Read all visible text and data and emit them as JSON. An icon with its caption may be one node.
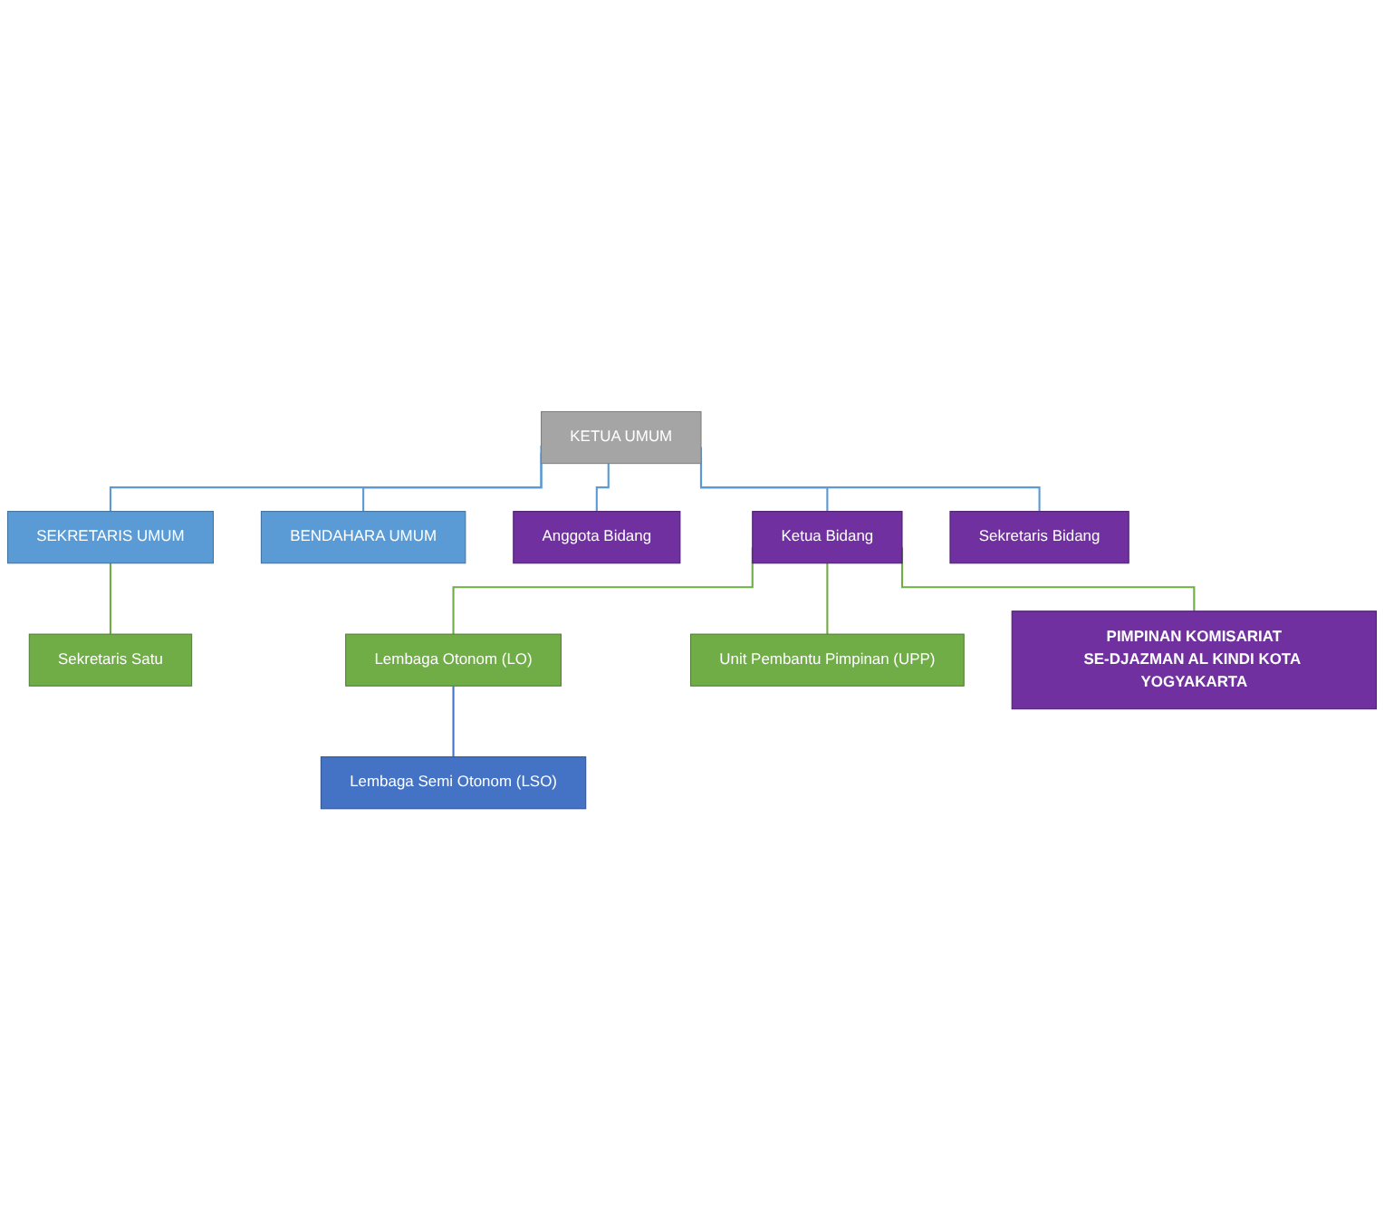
{
  "diagram": {
    "nodes": [
      {
        "text": [
          "KETUA UMUM"
        ]
      },
      {
        "text": [
          "SEKRETARIS UMUM"
        ]
      },
      {
        "text": [
          "BENDAHARA UMUM"
        ]
      },
      {
        "text": [
          "Sekretaris Satu"
        ]
      },
      {
        "text": [
          "Anggota Bidang"
        ]
      },
      {
        "text": [
          "Ketua Bidang"
        ]
      },
      {
        "text": [
          "Sekretaris  Bidang"
        ]
      },
      {
        "text": [
          "Lembaga Otonom (LO)"
        ]
      },
      {
        "text": [
          "Unit Pembantu Pimpinan (UPP)"
        ]
      },
      {
        "text": [
          "Lembaga Semi Otonom (LSO)"
        ]
      },
      {
        "text": [
          "PIMPINAN KOMISARIAT",
          "SE-DJAZMAN AL KINDI KOTA YOGYAKARTA"
        ]
      }
    ],
    "edges": [
      {
        "from": 0,
        "to": 1,
        "arrow": "none"
      },
      {
        "from": 0,
        "to": 2,
        "arrow": "none"
      },
      {
        "from": 1,
        "to": 3,
        "arrow": "none",
        "color": "#70ad47"
      },
      {
        "from": 0,
        "to": 4,
        "arrow": "none"
      },
      {
        "from": 0,
        "to": 5,
        "arrow": "none"
      },
      {
        "from": 0,
        "to": 6,
        "arrow": "none"
      },
      {
        "from": 5,
        "to": 7,
        "arrow": "none",
        "color": "#70ad47"
      },
      {
        "from": 5,
        "to": 8,
        "arrow": "none",
        "color": "#70ad47"
      },
      {
        "from": 7,
        "to": 9,
        "arrow": "none",
        "color": "#4472c4"
      },
      {
        "from": 5,
        "to": 10,
        "arrow": "none",
        "color": "#70ad47"
      }
    ]
  }
}
